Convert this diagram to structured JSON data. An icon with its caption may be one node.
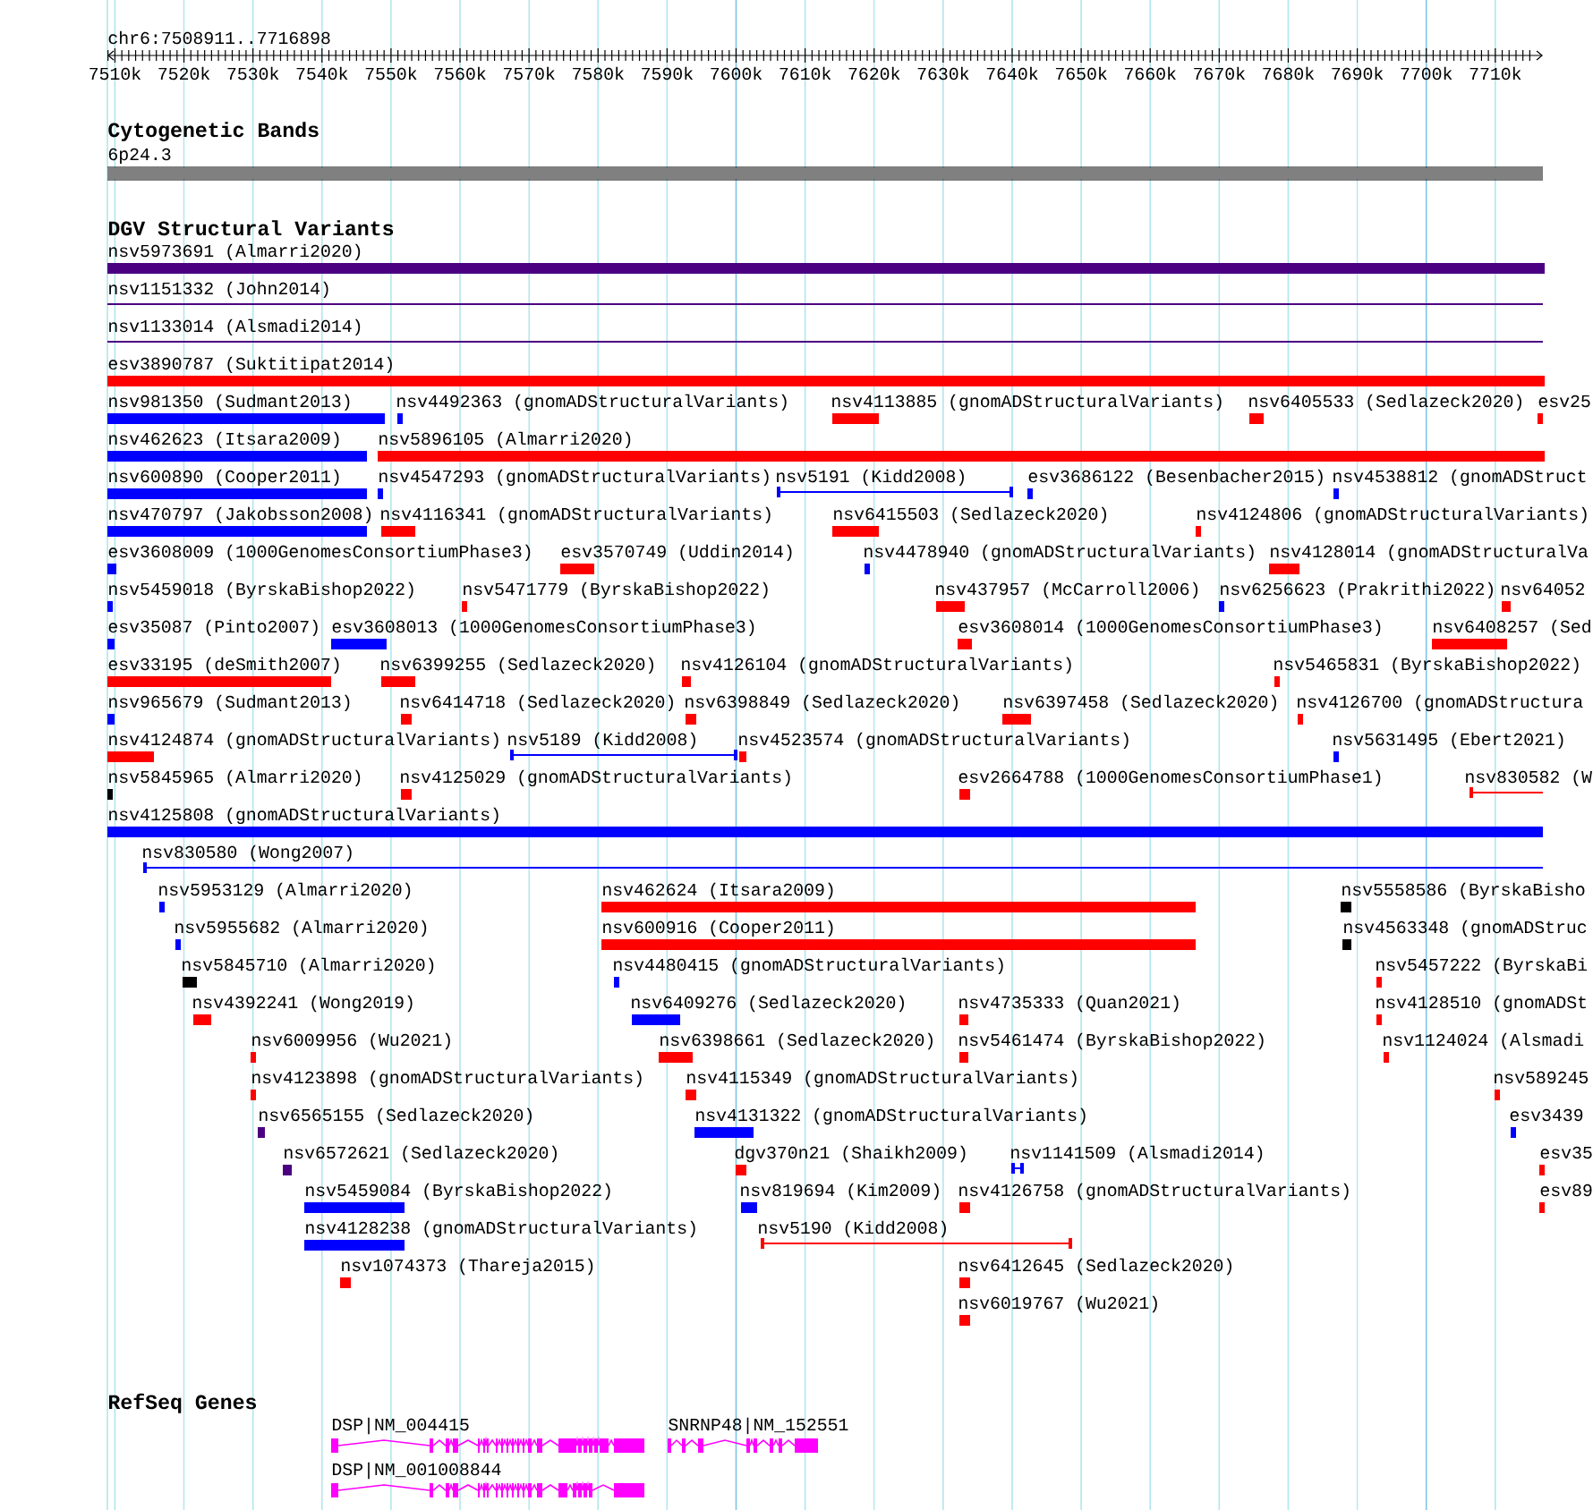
{
  "diagram": {
    "labels": [
      "chr6:7508911..7716898",
      "7510k",
      "7520k",
      "7530k",
      "7540k",
      "7550k",
      "7560k",
      "7570k",
      "7580k",
      "7590k",
      "7600k",
      "7610k",
      "7620k",
      "7630k",
      "7640k",
      "7650k",
      "7660k",
      "7670k",
      "7680k",
      "7690k",
      "7700k",
      "7710k",
      "Cytogenetic Bands",
      "6p24.3",
      "DGV Structural Variants",
      "nsv5973691 (Almarri2020)",
      "nsv1151332 (John2014)",
      "nsv1133014 (Alsmadi2014)",
      "esv3890787 (Suktitipat2014)",
      "nsv981350 (Sudmant2013)",
      "nsv4492363 (gnomADStructuralVariants)",
      "nsv4113885 (gnomADStructuralVariants)",
      "nsv6405533 (Sedlazeck2020)",
      "esv25",
      "nsv462623 (Itsara2009)",
      "nsv5896105 (Almarri2020)",
      "nsv600890 (Cooper2011)",
      "nsv4547293 (gnomADStructuralVariants)",
      "nsv5191 (Kidd2008)",
      "esv3686122 (Besenbacher2015)",
      "nsv4538812 (gnomADStruct",
      "nsv470797 (Jakobsson2008)",
      "nsv4116341 (gnomADStructuralVariants)",
      "nsv6415503 (Sedlazeck2020)",
      "nsv4124806 (gnomADStructuralVariants)",
      "esv3608009 (1000GenomesConsortiumPhase3)",
      "esv3570749 (Uddin2014)",
      "nsv4478940 (gnomADStructuralVariants)",
      "nsv4128014 (gnomADStructuralVa",
      "nsv5459018 (ByrskaBishop2022)",
      "nsv5471779 (ByrskaBishop2022)",
      "nsv437957 (McCarroll2006)",
      "nsv6256623 (Prakrithi2022)",
      "nsv64052",
      "esv35087 (Pinto2007)",
      "esv3608013 (1000GenomesConsortiumPhase3)",
      "esv3608014 (1000GenomesConsortiumPhase3)",
      "nsv6408257 (Sed",
      "esv33195 (deSmith2007)",
      "nsv6399255 (Sedlazeck2020)",
      "nsv4126104 (gnomADStructuralVariants)",
      "nsv5465831 (ByrskaBishop2022)",
      "nsv965679 (Sudmant2013)",
      "nsv6414718 (Sedlazeck2020)",
      "nsv6398849 (Sedlazeck2020)",
      "nsv6397458 (Sedlazeck2020)",
      "nsv4126700 (gnomADStructura",
      "nsv4124874 (gnomADStructuralVariants)",
      "nsv5189 (Kidd2008)",
      "nsv4523574 (gnomADStructuralVariants)",
      "nsv5631495 (Ebert2021)",
      "nsv5845965 (Almarri2020)",
      "nsv4125029 (gnomADStructuralVariants)",
      "esv2664788 (1000GenomesConsortiumPhase1)",
      "nsv830582 (W",
      "nsv4125808 (gnomADStructuralVariants)",
      "nsv830580 (Wong2007)",
      "nsv5953129 (Almarri2020)",
      "nsv462624 (Itsara2009)",
      "nsv5558586 (ByrskaBisho",
      "nsv5955682 (Almarri2020)",
      "nsv600916 (Cooper2011)",
      "nsv4563348 (gnomADStruc",
      "nsv5845710 (Almarri2020)",
      "nsv4480415 (gnomADStructuralVariants)",
      "nsv5457222 (ByrskaBi",
      "nsv4392241 (Wong2019)",
      "nsv6409276 (Sedlazeck2020)",
      "nsv4735333 (Quan2021)",
      "nsv4128510 (gnomADSt",
      "nsv6009956 (Wu2021)",
      "nsv6398661 (Sedlazeck2020)",
      "nsv5461474 (ByrskaBishop2022)",
      "nsv1124024 (Alsmadi",
      "nsv4123898 (gnomADStructuralVariants)",
      "nsv4115349 (gnomADStructuralVariants)",
      "nsv589245",
      "nsv6565155 (Sedlazeck2020)",
      "nsv4131322 (gnomADStructuralVariants)",
      "esv3439",
      "nsv6572621 (Sedlazeck2020)",
      "dgv370n21 (Shaikh2009)",
      "nsv1141509 (Alsmadi2014)",
      "esv35",
      "nsv5459084 (ByrskaBishop2022)",
      "nsv819694 (Kim2009)",
      "nsv4126758 (gnomADStructuralVariants)",
      "esv89",
      "nsv4128238 (gnomADStructuralVariants)",
      "nsv5190 (Kidd2008)",
      "nsv1074373 (Thareja2015)",
      "nsv6412645 (Sedlazeck2020)",
      "nsv6019767 (Wu2021)",
      "RefSeq Genes",
      "DSP|NM_004415",
      "DSP|NM_001008844",
      "SNRNP48|NM_152551"
    ]
  }
}
